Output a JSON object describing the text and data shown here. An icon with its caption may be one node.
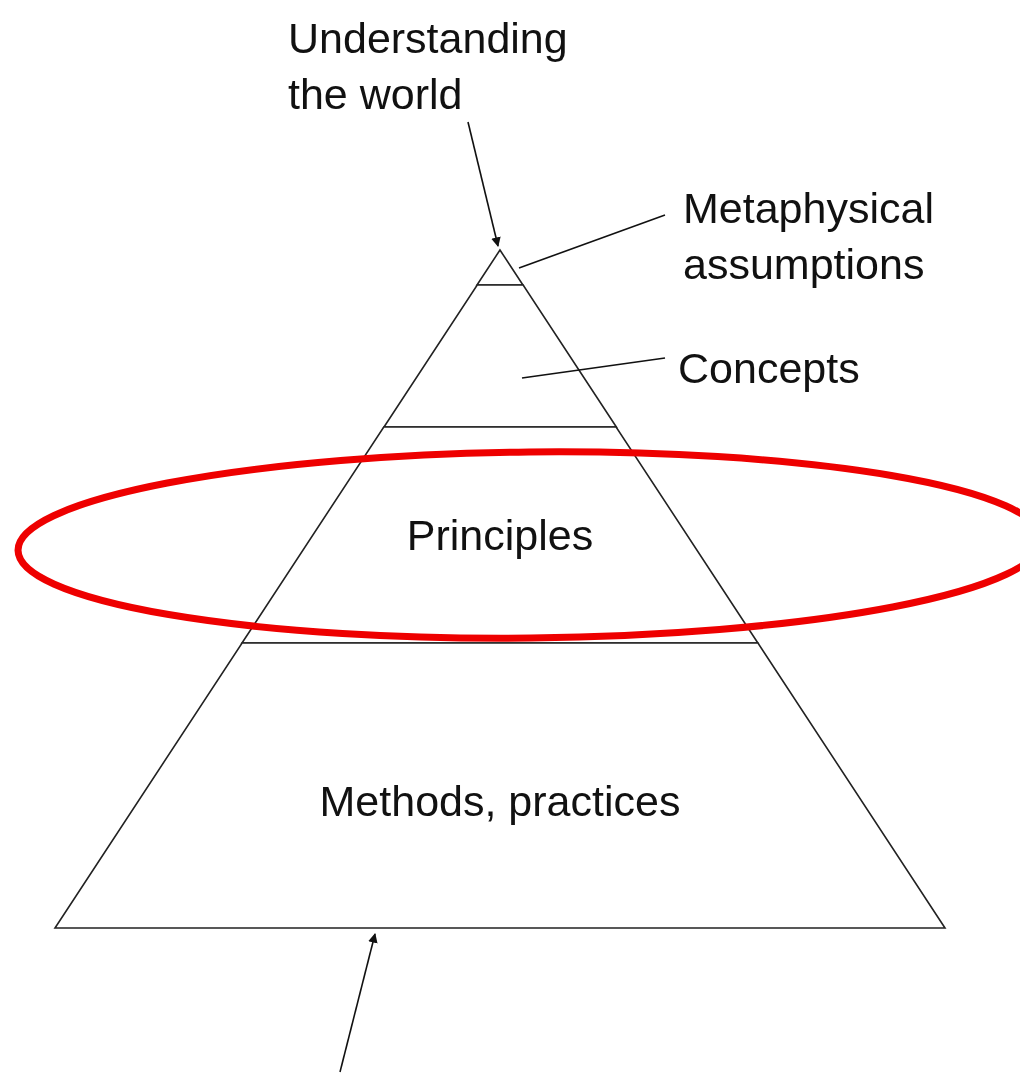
{
  "diagram": {
    "nodes": [
      {
        "text": [
          "Understanding the world"
        ]
      },
      {
        "text": [
          "Metaphysical assumptions"
        ]
      },
      {
        "text": [],
        "shape": "triangle"
      },
      {
        "text": [
          "Concepts"
        ]
      },
      {
        "text": [],
        "shape": "trapezoid"
      },
      {
        "text": [
          "Principles"
        ]
      },
      {
        "text": [
          "Methods, practices"
        ]
      }
    ],
    "edges": [
      {
        "from": 0,
        "to": 2,
        "arrow": "to"
      },
      {
        "from": 1,
        "to": 2,
        "arrow": "none"
      },
      {
        "from": 3,
        "to": 4,
        "arrow": "none"
      },
      {
        "from": null,
        "to": 6,
        "arrow": "to"
      }
    ]
  }
}
